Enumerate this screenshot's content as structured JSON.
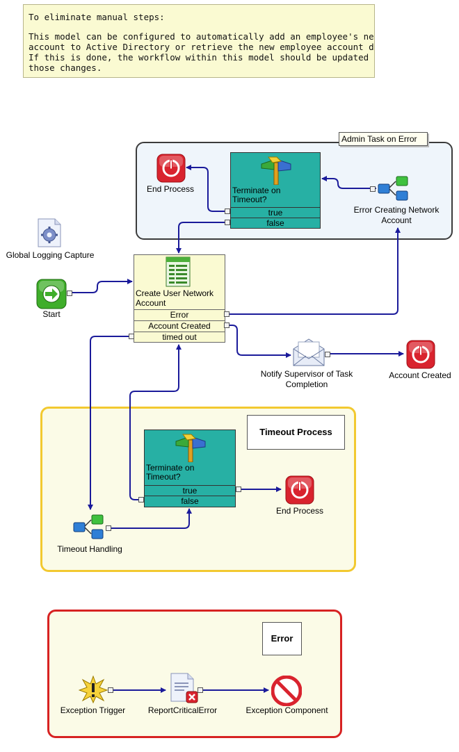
{
  "note": {
    "title": "To eliminate manual steps:",
    "lines": [
      "This model can be configured to automatically add an employee's network",
      "account to Active Directory or retrieve the new employee account details.",
      "If this is done, the workflow within this model should be updated to reflect",
      "those changes."
    ]
  },
  "admin_region": {
    "tag": "Admin Task on Error",
    "end_process": "End Process",
    "decision": {
      "title": "Terminate on Timeout?",
      "rows": [
        "true",
        "false"
      ]
    },
    "error_account": "Error Creating Network Account"
  },
  "main": {
    "global_logging": "Global Logging Capture",
    "start": "Start",
    "task": {
      "title": "Create User Network Account",
      "rows": [
        "Error",
        "Account Created",
        "timed out"
      ]
    },
    "notify": "Notify Supervisor of Task Completion",
    "account_created": "Account Created"
  },
  "timeout_region": {
    "title": "Timeout Process",
    "decision": {
      "title": "Terminate on Timeout?",
      "rows": [
        "true",
        "false"
      ]
    },
    "end_process": "End Process",
    "handling": "Timeout Handling"
  },
  "error_region": {
    "title": "Error",
    "trigger": "Exception Trigger",
    "report": "ReportCriticalError",
    "component": "Exception Component"
  },
  "colors": {
    "wire": "#1a1a9a",
    "decision": "#27b0a4",
    "task": "#fafad2",
    "stop": "#d9232e",
    "start": "#3fae2a"
  }
}
